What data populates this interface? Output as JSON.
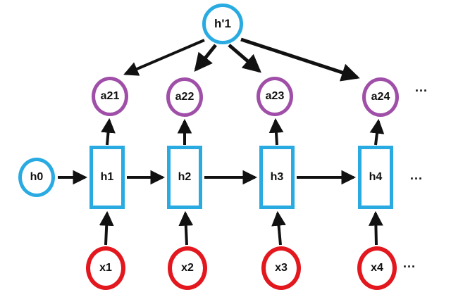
{
  "diagram": {
    "type": "rnn-attention-network",
    "context_node": {
      "label": "h'1"
    },
    "attention_nodes": [
      {
        "label": "a21"
      },
      {
        "label": "a22"
      },
      {
        "label": "a23"
      },
      {
        "label": "a24"
      }
    ],
    "initial_state_node": {
      "label": "h0"
    },
    "hidden_state_nodes": [
      {
        "label": "h1"
      },
      {
        "label": "h2"
      },
      {
        "label": "h3"
      },
      {
        "label": "h4"
      }
    ],
    "input_nodes": [
      {
        "label": "x1"
      },
      {
        "label": "x2"
      },
      {
        "label": "x3"
      },
      {
        "label": "x4"
      }
    ],
    "ellipsis": "...",
    "edges": [
      {
        "from": "h'1",
        "to": "a21"
      },
      {
        "from": "h'1",
        "to": "a22"
      },
      {
        "from": "h'1",
        "to": "a23"
      },
      {
        "from": "h'1",
        "to": "a24"
      },
      {
        "from": "h1",
        "to": "a21"
      },
      {
        "from": "h2",
        "to": "a22"
      },
      {
        "from": "h3",
        "to": "a23"
      },
      {
        "from": "h4",
        "to": "a24"
      },
      {
        "from": "h0",
        "to": "h1"
      },
      {
        "from": "h1",
        "to": "h2"
      },
      {
        "from": "h2",
        "to": "h3"
      },
      {
        "from": "h3",
        "to": "h4"
      },
      {
        "from": "x1",
        "to": "h1"
      },
      {
        "from": "x2",
        "to": "h2"
      },
      {
        "from": "x3",
        "to": "h3"
      },
      {
        "from": "x4",
        "to": "h4"
      }
    ],
    "colors": {
      "node_cyan": "#29ABE2",
      "node_purple": "#A04FA8",
      "node_red": "#E3171E",
      "arrow_black": "#111111",
      "background": "#FFFFFF"
    }
  }
}
